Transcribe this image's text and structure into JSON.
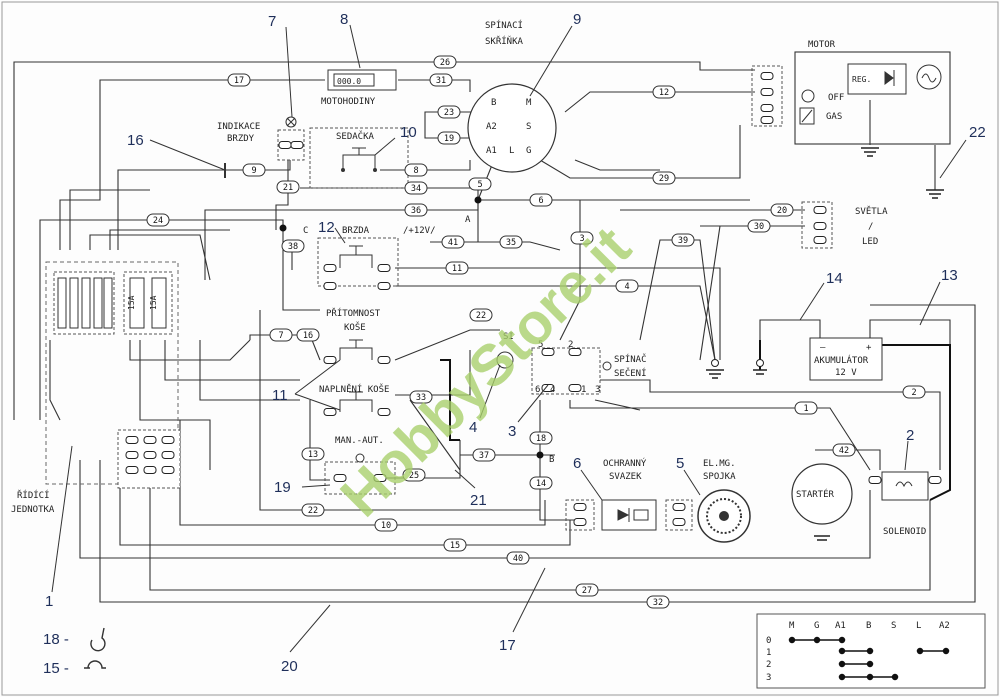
{
  "labels": {
    "motor": "MOTOR",
    "reg": "REG.",
    "off": "OFF",
    "gas": "GAS",
    "spinaci_1": "SPÍNACÍ",
    "spinaci_2": "SKŘÍŇKA",
    "motohodiny": "MOTOHODINY",
    "hour_meter": "000.0",
    "indikace_1": "INDIKACE",
    "indikace_2": "BRZDY",
    "sedacka": "SEDAČKA",
    "brzda": "BRZDA",
    "plus12v": "/+12V/",
    "svetla_1": "SVĚTLA",
    "svetla_2": "/",
    "svetla_3": "LED",
    "akumulator_1": "AKUMULÁTOR",
    "akumulator_2": "12 V",
    "minus": "–",
    "plus": "+",
    "pritomnost_1": "PŘÍTOMNOST",
    "pritomnost_2": "KOŠE",
    "naplneni": "NAPLNĚNÍ KOŠE",
    "man_aut": "MAN.-AUT.",
    "spinac_1": "SPÍNAČ",
    "spinac_2": "SEČENÍ",
    "si": "SI",
    "ochranny_1": "OCHRANNÝ",
    "ochranny_2": "SVAZEK",
    "elmg_1": "EL.MG.",
    "elmg_2": "SPOJKA",
    "starter": "STARTÉR",
    "solenoid": "SOLENOID",
    "ridici_1": "ŘÍDÍCÍ",
    "ridici_2": "JEDNOTKA",
    "node_a": "A",
    "node_b": "B",
    "node_c": "C",
    "sw_b": "B",
    "sw_m": "M",
    "sw_a2": "A2",
    "sw_s": "S",
    "sw_a1": "A1",
    "sw_l": "L",
    "sw_g": "G",
    "sw_5": "5",
    "sw_2": "2",
    "sw_6": "6",
    "sw_4": "4",
    "sw_1": "1",
    "sw_3": "3",
    "fuse_15a_1": "15A",
    "fuse_15a_2": "15A",
    "watermark": "HobbyStore.it"
  },
  "callouts": {
    "c1": "1",
    "c2": "2",
    "c3": "3",
    "c4": "4",
    "c5": "5",
    "c6": "6",
    "c7": "7",
    "c8": "8",
    "c9": "9",
    "c10": "10",
    "c11": "11",
    "c12": "12",
    "c13": "13",
    "c14": "14",
    "c15": "15",
    "c16": "16",
    "c17": "17",
    "c19": "19",
    "c20": "20",
    "c21": "21",
    "c22": "22"
  },
  "legend": {
    "l18": "18 -",
    "l15": "15 -"
  },
  "wires": {
    "w17": "17",
    "w31": "31",
    "w26": "26",
    "w12": "12",
    "w23": "23",
    "w19": "19",
    "w9": "9",
    "w8": "8",
    "w21": "21",
    "w34": "34",
    "w5": "5",
    "w29": "29",
    "w6": "6",
    "w36": "36",
    "w24": "24",
    "w38": "38",
    "w41": "41",
    "w35": "35",
    "w3": "3",
    "w39": "39",
    "w20": "20",
    "w30": "30",
    "w11": "11",
    "w4": "4",
    "w7": "7",
    "w16": "16",
    "w22a": "22",
    "w33": "33",
    "w13": "13",
    "w25": "25",
    "w22b": "22",
    "w18": "18",
    "w37": "37",
    "w14": "14",
    "w1": "1",
    "w2": "2",
    "w42": "42",
    "w10": "10",
    "w15": "15",
    "w40": "40",
    "w27": "27",
    "w32": "32"
  },
  "key_table": {
    "columns": [
      "M",
      "G",
      "A1",
      "B",
      "S",
      "L",
      "A2"
    ],
    "rows": [
      "0",
      "1",
      "2",
      "3"
    ]
  }
}
